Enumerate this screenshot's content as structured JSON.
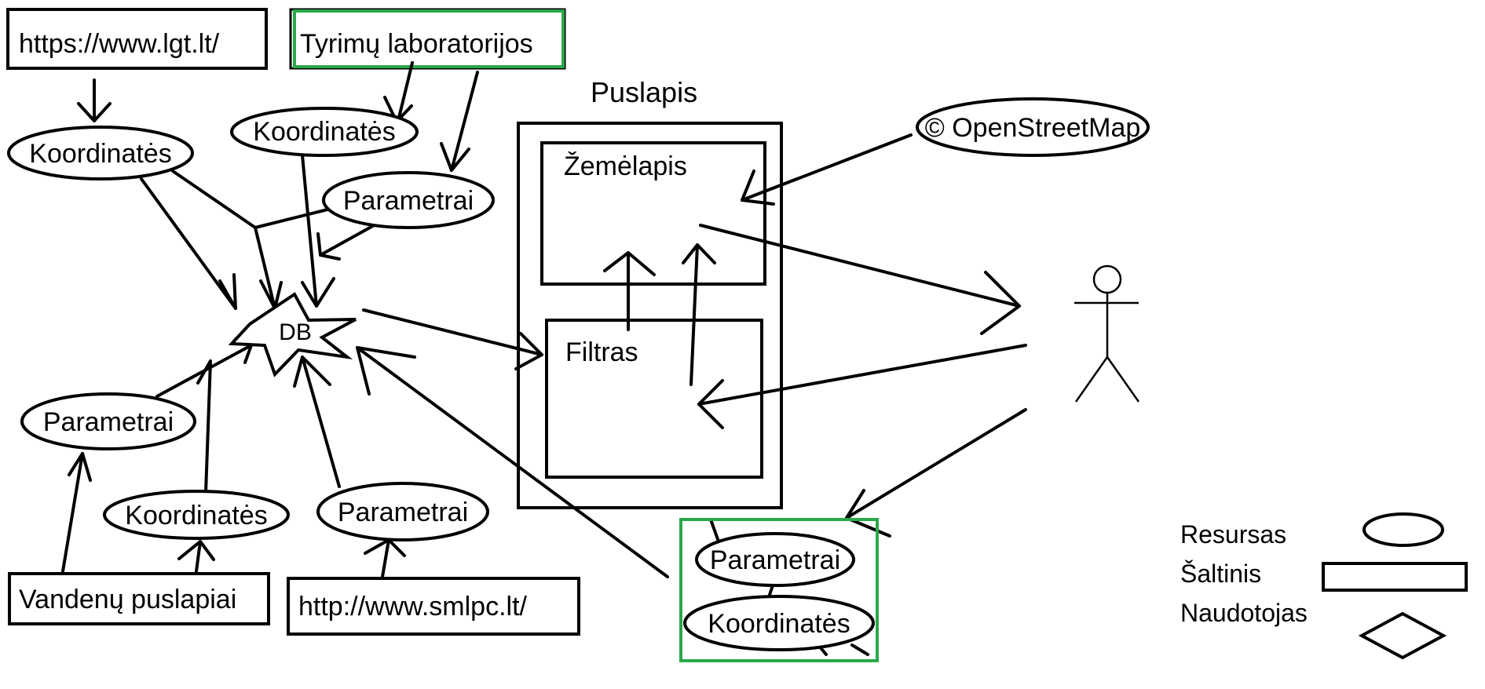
{
  "colors": {
    "line": "#000000",
    "highlight": "#2aa84a",
    "background": "#ffffff"
  },
  "sources": {
    "lgt": "https://www.lgt.lt/",
    "lab": "Tyrimų laboratorijos",
    "vandenu": "Vandenų puslapiai",
    "smlpc": "http://www.smlpc.lt/"
  },
  "resources": {
    "koord_1": "Koordinatės",
    "koord_2": "Koordinatės",
    "koord_3": "Koordinatės",
    "koord_4": "Koordinatės",
    "param_1": "Parametrai",
    "param_2": "Parametrai",
    "param_3": "Parametrai",
    "param_4": "Parametrai",
    "osm": "© OpenStreetMap"
  },
  "db_label": "DB",
  "page": {
    "title": "Puslapis",
    "map": "Žemėlapis",
    "filter": "Filtras"
  },
  "legend": {
    "resource": "Resursas",
    "source": "Šaltinis",
    "user": "Naudotojas"
  }
}
